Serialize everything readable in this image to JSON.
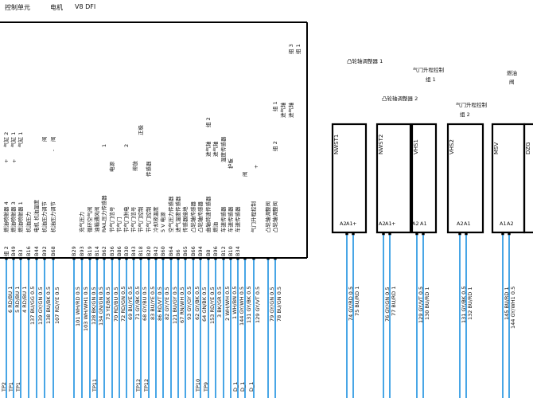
{
  "header": {
    "title_left": "控制单元",
    "title_mid": "电机",
    "title_right": "V8 DFI"
  },
  "main_box": {
    "top_labels": [
      {
        "text": "气缸 2"
      },
      {
        "text": "气缸 1"
      },
      {
        "text": "气缸 1"
      },
      {
        "text": "阀"
      },
      {
        "text": "阀"
      }
    ],
    "functions": [
      "燃油喷射器 4",
      "燃油喷射器 3",
      "燃油喷射器 1",
      "机油压力",
      "电机   机油温度",
      "机油压力调节",
      "机油压力调节",
      "",
      "充气压力",
      "循环空气阀",
      "油箱通风阀",
      "RAIL压力传感器",
      "节气门信号",
      "节气门",
      "节气门供电",
      "节气门信号",
      "节气门控制",
      "节气门控制",
      "冷却液温度",
      "5 V 电源",
      "空气压力传感器",
      "进气温度传感器",
      "传感器接地",
      "凸轮轴传感器",
      "凸轮轴传感器",
      "曲轴转速传感器",
      "燃油",
      "车速传感器",
      "车速传感器",
      "车速传感器",
      "",
      "气门升程控制",
      "凸轮轴调整阀",
      "凸轮轴调整阀"
    ],
    "mid_labels": [
      "电源",
      "正极",
      "1",
      "2",
      "排放",
      "传感器",
      "组 2",
      "进气轴",
      "进气轴",
      "温度传感器",
      "护板",
      "阀",
      "组 2",
      "组 1",
      "组 3",
      "组 1",
      "进气轴",
      "进气轴",
      "+",
      "+",
      "-",
      "+"
    ],
    "pins": [
      "组 2",
      "B49",
      "B3",
      "B16",
      "B44",
      "B92",
      "B68",
      "B29",
      "B93",
      "B19",
      "B14",
      "B62",
      "B36",
      "B86",
      "B30",
      "B43",
      "B18",
      "B20",
      "B42",
      "B60",
      "B64",
      "B6",
      "B65",
      "B66",
      "B94",
      "B8",
      "B96",
      "B12",
      "B10",
      "B34"
    ],
    "wires": [
      "6 RD/BU 1",
      "5 RD/BU 1",
      "4 RD/BU 1",
      "137 BU/GG 0.5",
      "139 GY/GN 0.5",
      "138 BU/BK 0.5",
      "107 RD/YE 0.5",
      "101 WH/RD 0.5",
      "103 WH/WH1 0.5",
      "128 BK/GN 0.5",
      "134 GN/GN 0.5",
      "73 YE/BK 0.5",
      "70 RD/BU 0.5",
      "72 RD/GN 0.5",
      "69 BU/YE 0.5",
      "71 GY/BK 0.5",
      "68 GY/BU 0.5",
      "83 BU/YE 0.5",
      "86 RD/VT 0.5",
      "82 GY/YE 0.5",
      "121 BU/GY 0.5",
      "67 RN/WH 0.5",
      "93 GY/GY 0.5",
      "62 GY/BK 0.5",
      "64 GN/BK 0.5",
      "153 RD/YE 0.5",
      "3 BK/GR 0.5",
      "2 WH/WH 0.5",
      "1 WH/BN 0.5",
      "144 GY/WH 0.5",
      "131 GY/BK 0.5",
      "129 GY/VT 0.5",
      "79 GY/GN 0.5",
      "78 BU/GN 0.5"
    ],
    "bottom_labels": [
      "TP2",
      "TP1",
      "TP1",
      "TP11",
      "TP12",
      "TP12",
      "TP10",
      "TP9",
      "D_1",
      "D_1",
      "D_1"
    ]
  },
  "components": [
    {
      "code": "NWST1",
      "pins": [
        "A2",
        "A1",
        "+"
      ],
      "wires": [
        "74 GY/RD 0.5",
        "75 BU/RD 1"
      ]
    },
    {
      "code": "NWST2",
      "pins": [
        "A2",
        "A1",
        "+"
      ],
      "wires": [
        "76 GY/GN 0.5",
        "77 BU/RD 1"
      ]
    },
    {
      "code": "VHS1",
      "pins": [
        "A2",
        "A1"
      ],
      "wires": [
        "129 GY/VT 0.5",
        "130 BU/RD 1"
      ]
    },
    {
      "code": "VHS2",
      "pins": [
        "A2",
        "A1"
      ],
      "wires": [
        "131 GY/BK 0.5",
        "132 BU/RD 1"
      ]
    },
    {
      "code": "MSV",
      "pins": [
        "A1",
        "A2"
      ],
      "wires": [
        "145 BU/RD 1",
        "144 GY/WH1 0.5"
      ]
    },
    {
      "code": "DZG",
      "pins": [],
      "wires": []
    }
  ],
  "component_labels": [
    {
      "text": "凸轮轴调整器 1"
    },
    {
      "text": "凸轮轴调整器 2"
    },
    {
      "text": "气门升程控制"
    },
    {
      "text": "组 1"
    },
    {
      "text": "气门升程控制"
    },
    {
      "text": "组 2"
    },
    {
      "text": "燃油"
    },
    {
      "text": "阀"
    }
  ],
  "colors": {
    "line": "#000000",
    "wire": "#1a8fe0",
    "text": "#111111"
  }
}
